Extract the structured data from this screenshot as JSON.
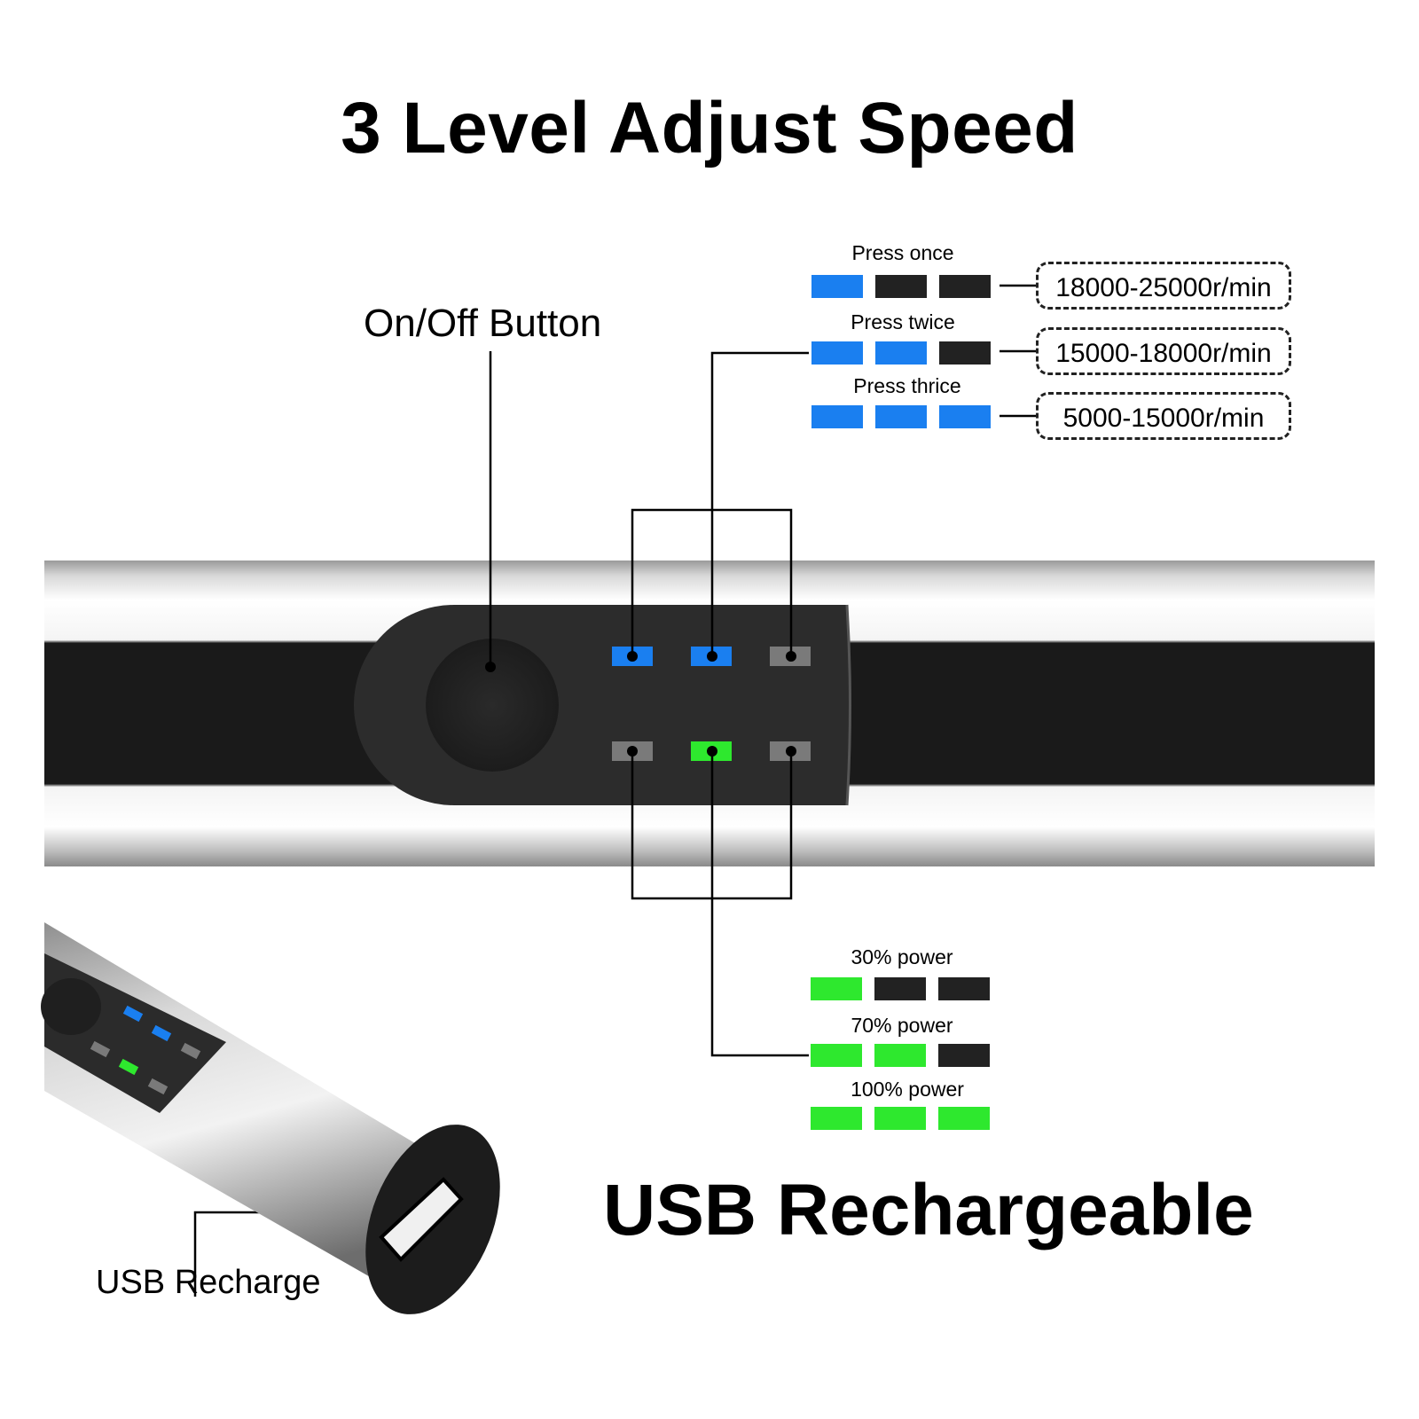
{
  "title": "3 Level Adjust Speed",
  "subtitle": "USB Rechargeable",
  "labels": {
    "on_off": "On/Off Button",
    "usb_recharge": "USB Recharge"
  },
  "speed_levels": [
    {
      "label": "Press once",
      "range": "18000-25000r/min",
      "lit": 1
    },
    {
      "label": "Press twice",
      "range": "15000-18000r/min",
      "lit": 2
    },
    {
      "label": "Press thrice",
      "range": "5000-15000r/min",
      "lit": 3
    }
  ],
  "power_levels": [
    {
      "label": "30% power",
      "lit": 1
    },
    {
      "label": "70% power",
      "lit": 2
    },
    {
      "label": "100% power",
      "lit": 3
    }
  ],
  "colors": {
    "speed_on": "#1a7ff0",
    "power_on": "#2ee82e",
    "off": "#222222",
    "dim": "#7a7a7a",
    "body": "#2e2e2e",
    "metal": "#bfbfbf"
  }
}
